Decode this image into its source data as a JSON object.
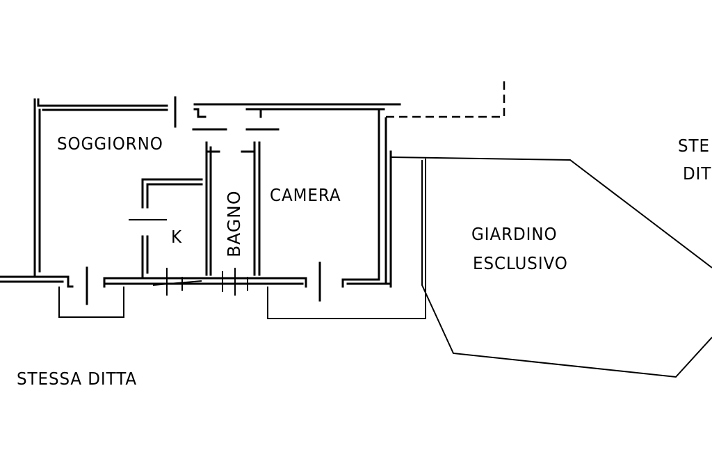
{
  "rooms": {
    "soggiorno": "SOGGIORNO",
    "camera": "CAMERA",
    "bagno": "BAGNO",
    "kitchen": "K"
  },
  "outdoor": {
    "giardino_line1": "GIARDINO",
    "giardino_line2": "ESCLUSIVO"
  },
  "neighbors": {
    "bottom_left": "STESSA DITTA",
    "right_line1": "STE",
    "right_line2": "DIT"
  }
}
